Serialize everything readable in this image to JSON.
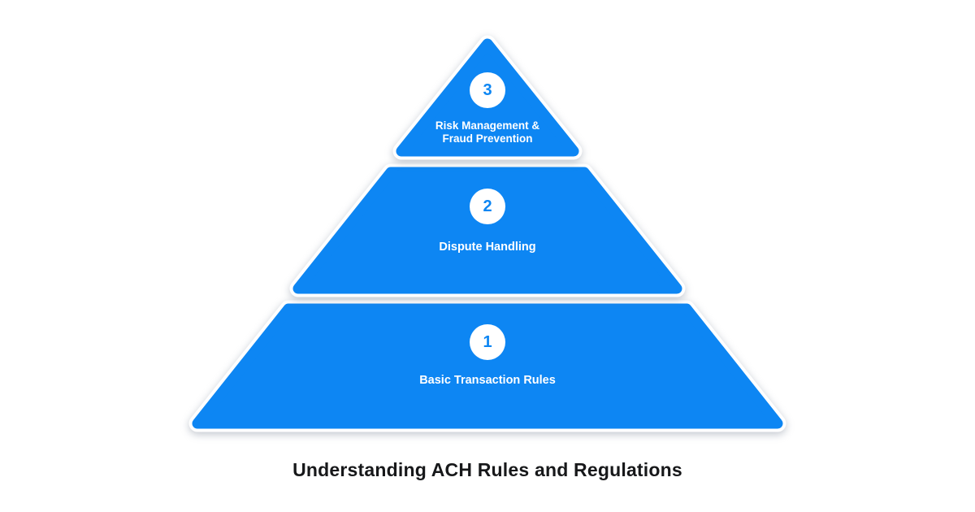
{
  "title": "Understanding ACH Rules and Regulations",
  "pyramid": {
    "levels": [
      {
        "number": "1",
        "label": "Basic Transaction Rules"
      },
      {
        "number": "2",
        "label": "Dispute Handling"
      },
      {
        "number": "3",
        "label": "Risk Management &\nFraud Prevention"
      }
    ],
    "colors": {
      "level_fill": "#0d86f3",
      "level_outline": "#ffffff",
      "number_text": "#0d86f3",
      "label_text": "#ffffff",
      "title_text": "#17181a",
      "background": "#ffffff"
    }
  }
}
